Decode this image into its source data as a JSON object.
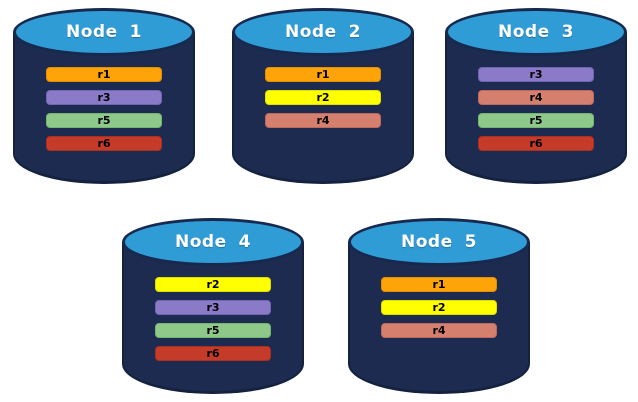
{
  "background": "#ffffff",
  "cylinder": {
    "body_color": "#1C2B4F",
    "body_border_color": "#14223F",
    "top_color": "#309CD6",
    "top_border_color": "#17294F",
    "title_color": "#ffffff"
  },
  "bar_text_color": "#000000",
  "replica_colors": {
    "r1": {
      "fill": "#FFA408",
      "border": "#E38F00"
    },
    "r2": {
      "fill": "#FFFF00",
      "border": "#DFDF00"
    },
    "r3": {
      "fill": "#8A7AC8",
      "border": "#7264B4"
    },
    "r4": {
      "fill": "#D5806F",
      "border": "#BD6A5B"
    },
    "r5": {
      "fill": "#8FC98A",
      "border": "#74B56F"
    },
    "r6": {
      "fill": "#C53B29",
      "border": "#A92F1F"
    }
  },
  "nodes": [
    {
      "name": "Node",
      "number": "1",
      "replicas": [
        "r1",
        "r3",
        "r5",
        "r6"
      ]
    },
    {
      "name": "Node",
      "number": "2",
      "replicas": [
        "r1",
        "r2",
        "r4"
      ]
    },
    {
      "name": "Node",
      "number": "3",
      "replicas": [
        "r3",
        "r4",
        "r5",
        "r6"
      ]
    },
    {
      "name": "Node",
      "number": "4",
      "replicas": [
        "r2",
        "r3",
        "r5",
        "r6"
      ]
    },
    {
      "name": "Node",
      "number": "5",
      "replicas": [
        "r1",
        "r2",
        "r4"
      ]
    }
  ]
}
